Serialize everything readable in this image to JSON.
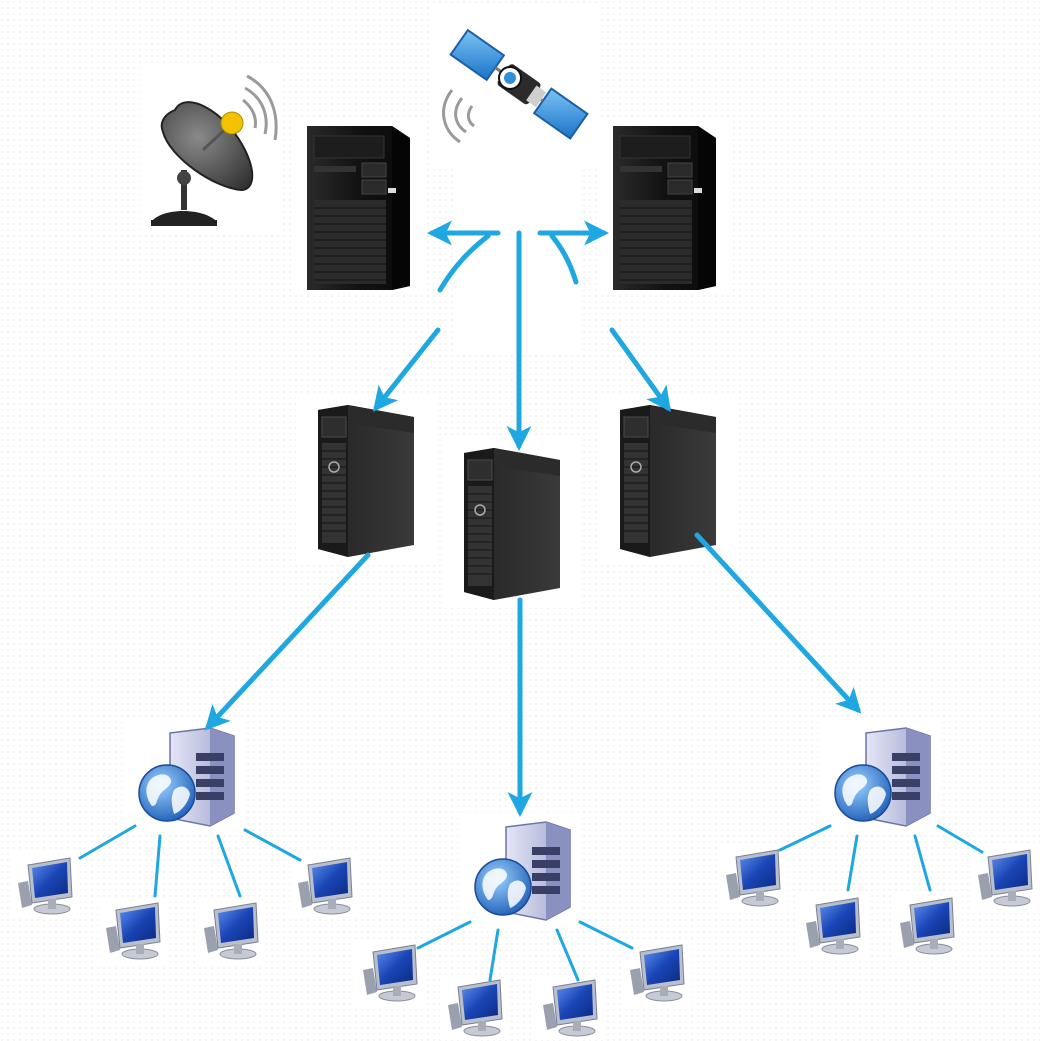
{
  "diagram": {
    "nodes": [
      {
        "id": "satellite-dish",
        "icon": "satellite-dish-icon"
      },
      {
        "id": "satellite",
        "icon": "satellite-icon"
      },
      {
        "id": "main-server-left",
        "icon": "tower-server-icon"
      },
      {
        "id": "main-server-right",
        "icon": "tower-server-icon"
      },
      {
        "id": "regional-server-1",
        "icon": "tower-server-icon"
      },
      {
        "id": "regional-server-2",
        "icon": "tower-server-icon"
      },
      {
        "id": "regional-server-3",
        "icon": "tower-server-icon"
      },
      {
        "id": "web-server-1",
        "icon": "web-server-icon"
      },
      {
        "id": "web-server-2",
        "icon": "web-server-icon"
      },
      {
        "id": "web-server-3",
        "icon": "web-server-icon"
      },
      {
        "id": "client-group-1",
        "icon": "computer-monitor-icon",
        "count": 4
      },
      {
        "id": "client-group-2",
        "icon": "computer-monitor-icon",
        "count": 4
      },
      {
        "id": "client-group-3",
        "icon": "computer-monitor-icon",
        "count": 4
      }
    ],
    "connections": [
      {
        "from": "hub",
        "to": "main-server-left",
        "type": "arrow"
      },
      {
        "from": "hub",
        "to": "main-server-right",
        "type": "arrow"
      },
      {
        "from": "hub",
        "to": "regional-server-1",
        "type": "arrow"
      },
      {
        "from": "hub",
        "to": "regional-server-2",
        "type": "arrow"
      },
      {
        "from": "hub",
        "to": "regional-server-3",
        "type": "arrow"
      },
      {
        "from": "regional-server-1",
        "to": "web-server-1",
        "type": "arrow"
      },
      {
        "from": "regional-server-2",
        "to": "web-server-2",
        "type": "arrow"
      },
      {
        "from": "regional-server-3",
        "to": "web-server-3",
        "type": "arrow"
      },
      {
        "from": "web-server-1",
        "to": "client-group-1",
        "type": "line"
      },
      {
        "from": "web-server-2",
        "to": "client-group-2",
        "type": "line"
      },
      {
        "from": "web-server-3",
        "to": "client-group-3",
        "type": "line"
      }
    ],
    "colors": {
      "connector": "#1ea7e1",
      "server_body": "#1c1c1c",
      "web_server_body": "#c9cde8",
      "monitor_screen": "#1846b8",
      "globe": "#3f86d8",
      "dish_signal": "#f2c200",
      "satellite_panel": "#2f8fd9"
    }
  }
}
